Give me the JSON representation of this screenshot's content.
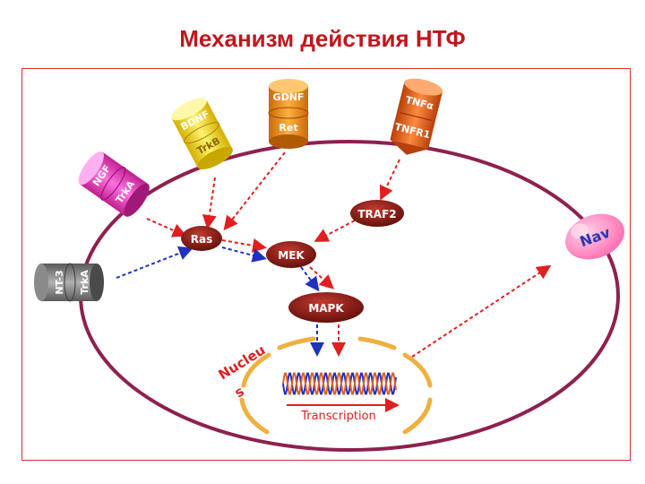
{
  "title": "Механизм действия НТФ",
  "diagram": {
    "receptors": {
      "gdnf": {
        "ligand": "GDNF",
        "receptor": "Ret"
      },
      "bdnf": {
        "ligand": "BDNF",
        "receptor": "TrkB"
      },
      "ngf": {
        "ligand": "NGF",
        "receptor": "TrkA"
      },
      "nt3": {
        "ligand": "NT-3",
        "receptor": "TrkA"
      },
      "tnf": {
        "ligand": "TNFα",
        "receptor": "TNFR1"
      }
    },
    "nodes": {
      "ras": "Ras",
      "mek": "MEK",
      "mapk": "MAPK",
      "traf2": "TRAF2"
    },
    "nav": "Nav",
    "nucleus_line1": "Nucleu",
    "nucleus_line2": "s",
    "transcription": "Transcription"
  },
  "colors": {
    "title": "#c0161c",
    "membrane": "#8e2050",
    "node_fill": "#7a1410",
    "arrow_red": "#e02020",
    "arrow_blue": "#2030c0",
    "gdnf": "#f08c10",
    "bdnf": "#ffe640",
    "ngf": "#ff3cc8",
    "nt3": "#808080",
    "tnf": "#e05a10",
    "nav": "#ff7ab8"
  }
}
